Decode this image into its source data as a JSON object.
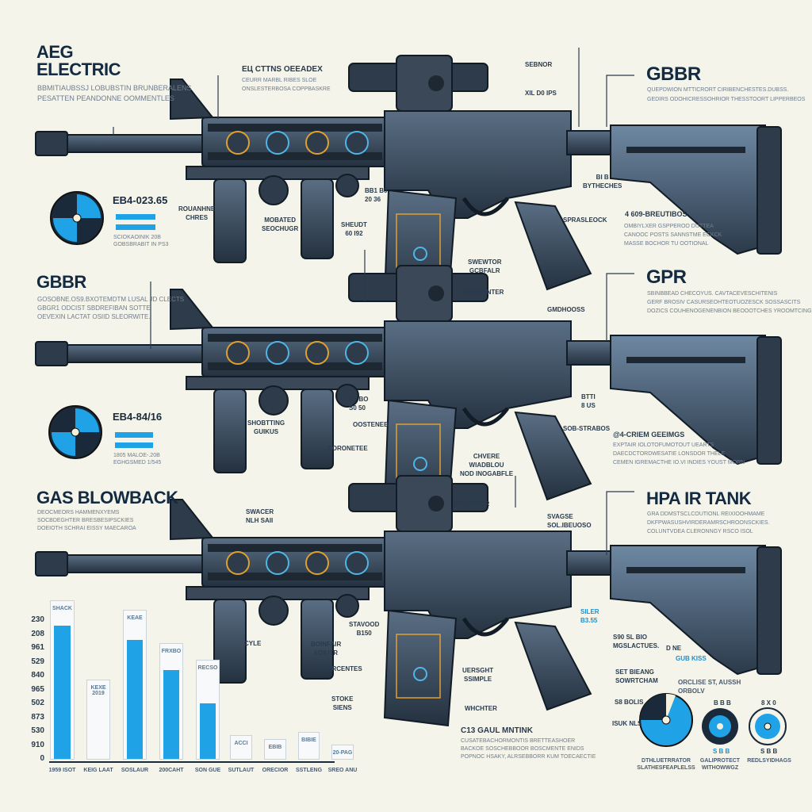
{
  "sections": {
    "aeg": {
      "title_line1": "AEG",
      "title_line2": "ELECTRIC",
      "desc": [
        "BBMITIAUBSSJ LOBUBSTIN BRUNBERALENS",
        "PESATTEN PEANDONNE OOMMENTLES"
      ],
      "code": "EB4-023.65",
      "stat": [
        "SCIOKAOINIK 20B",
        "GOBSBRABIT IN PS3"
      ]
    },
    "gbbr_right": {
      "title": "GBBR",
      "desc": [
        "QUEPDWION MTTICRORT CIRIBENCHESTES.DUBSS.",
        "GEDIRS ODOHICRESSOHRIOR THESSTOORT LIPPERBEOS"
      ],
      "sub_title": "4 609-BREUTIBOS",
      "sub_desc": [
        "OMBIYLXER GSPPEROO DUTTEA",
        "CANOOC POSTS SANNSTME ECKCK",
        "MASSE BOCHOR TU OOTIONAL"
      ]
    },
    "gbbr_left": {
      "title": "GBBR",
      "desc": [
        "GOSOBNE.OS9.BXOTEMDTM LUSAL JD CLECTS",
        "GBGR1 ODCIST SBDREFIBAN SOTTE",
        "OEVEXIN LACTAT OSIID SLEORWITE."
      ],
      "code": "EB4-84/16",
      "stat": [
        "1805 MALOE-.20B",
        "EGHGSMED 1/545"
      ]
    },
    "gpr": {
      "title": "GPR",
      "desc": [
        "SBINBBEAD CHECOYUS. CAVTACEVESCHITENIS",
        "GERF BROSIV CASURSEOHTEOTUOZESCK SOSSASCITS",
        "DOZICS COUHENOGENENBION BEOOOTCHES YROOMTCING"
      ],
      "sub_title": "@4-CRIEM GEEIMGS",
      "sub_desc": [
        "EXPTAIR IOLOTOFUMOTOUT UEARTS",
        "DAECDCTORDWESATIE LONSDOR THELE",
        "CEMEN IGREMACTHE IO.VI INDIES YOUST MORN"
      ]
    },
    "gas_blowback": {
      "title": "GAS BLOWBACK",
      "desc": [
        "DEOCMEORS HAMMENXYEMS",
        "SOCBDEGHTER BRESBESIPSCKIES",
        "DOEIOTH SCHRAI EISSY MAECAROA"
      ]
    },
    "hpa": {
      "title": "HPA IR TANK",
      "desc": [
        "GRA DDMSTSCLCOUTIONL REIXIOOHMAME",
        "DKFPWASUSHVIRDERAMRSCHROONSCKIES.",
        "COLUNTVDEA CLERONNGY RSCO ISOL"
      ]
    }
  },
  "callouts": {
    "top_center_title": "EЦ CTTNS OEEADEX",
    "top_center_desc": [
      "CEURR MARBL RIBES SLOE",
      "ONSLESTERBOSA COPPBASKRE"
    ],
    "sebnor": "SEBNOR",
    "xil": "XIL D0 IPS",
    "rouanhne": [
      "ROUANHNE",
      "CHRES"
    ],
    "mobated": [
      "MOBATED",
      "SEOCHUGR"
    ],
    "sheudt": [
      "SHEUDT",
      "60 I92"
    ],
    "b2036": [
      "BB1 B0",
      "20 36"
    ],
    "swewtor": [
      "SWEWTOR",
      "GCBFALR"
    ],
    "bibi": [
      "BI B",
      "BYTHECHES"
    ],
    "spraslock": "SPRASLEOCK",
    "sebointer": "SEBDOINTER",
    "gmdhooss": "GMDHOOSS",
    "shoting": [
      "SHOBTTING",
      "GUIKUS"
    ],
    "st80": [
      "ST BO",
      "S0 50"
    ],
    "osteneb": "OOSTENEB",
    "coronet": "CORONETEE",
    "chvere": [
      "CHVERE",
      "WIADBLOU",
      "NOD INOGABFLE"
    ],
    "btti": [
      "BTTI",
      "8 US"
    ],
    "sobstrabos": "SOB-STRABOS",
    "swacer": [
      "SWACER",
      "NLH SAII"
    ],
    "svagse": [
      "SVAGSE",
      "SOL.IBEUOSO"
    ],
    "cresstor": "CRESSTOR",
    "stavood": [
      "STAVOOD",
      "B150"
    ],
    "boinfair": [
      "BOINFAIR",
      "EDIUTR"
    ],
    "cyle": "CYLE",
    "exarcentes": "EXARCENTES",
    "stoke": [
      "STOKE",
      "SIENS"
    ],
    "uersght": [
      "UERSGHT",
      "SSIMPLE"
    ],
    "whchter": "WHCHTER",
    "silbr": [
      "SILER",
      "B3.55"
    ],
    "c13_title": "C13 GAUL MNTINK",
    "c13_desc": [
      "CUSATEBACHORMONTIS BRETTEASHOER",
      "BACKOE SOSCHEBBOOR BOSCMENTE ENIDS",
      "POPNOC HSAKY, ALRSEBBORR KUM TOECAECTIE"
    ],
    "s890": [
      "S90 SL BIO",
      "MGSLACTUES."
    ],
    "dfne": "D NE",
    "gubkiss": "GUB KISS",
    "setbans": [
      "SET BIEANG",
      "SOWRTCHAM"
    ],
    "s3bolis": "S8 BOLIS",
    "orclse": [
      "ORCLISE ST, AUSSH",
      "ORBOLV"
    ],
    "isuk": "ISUK NLS"
  },
  "pies": [
    {
      "top": "",
      "label": [
        "DTHLUETRRATOR",
        "SLATHESFEAPLELSS"
      ],
      "value": 0.75
    },
    {
      "top": "B B B",
      "bottom": "S B B",
      "label": [
        "GALIPROTECT",
        "WITHOWWGZ"
      ],
      "value": 1
    },
    {
      "top": "8 X 0",
      "bottom": "S B B",
      "label": [
        "REDLSYIDHAGS"
      ],
      "value": 1
    }
  ],
  "chart_data": {
    "type": "bar",
    "title": "",
    "xlabel": "",
    "ylabel": "",
    "y_tick_labels": [
      "0",
      "910",
      "530",
      "873",
      "502",
      "965",
      "840",
      "529",
      "961",
      "208",
      "230"
    ],
    "ylim": [
      0,
      10
    ],
    "categories": [
      "1959 ISOT",
      "KEIG LAAT",
      "SOSLAUR",
      "200CAHT",
      "SON GUE",
      "SUTLAUT",
      "ORECIOR",
      "SSTLENG",
      "SREO ANU"
    ],
    "bar_labels": [
      "SHACK",
      "KEXE 2019",
      "KEAE",
      "FRXBO",
      "RECSO",
      "ACCI",
      "EBIB",
      "BIBIE",
      "20-PAG"
    ],
    "box_values": [
      11.5,
      5.8,
      10.8,
      8.4,
      7.2,
      1.8,
      1.5,
      2.0,
      1.1
    ],
    "values": [
      9.6,
      0,
      8.6,
      6.4,
      4.0,
      0,
      0,
      0,
      0
    ],
    "colors": {
      "fill": "#1fa3e6"
    }
  },
  "colors": {
    "accent": "#1fa3e6",
    "dark": "#1b2a3a",
    "metal": "#3c4d60",
    "background": "#f4f4ea",
    "glow": "#f0a030"
  }
}
